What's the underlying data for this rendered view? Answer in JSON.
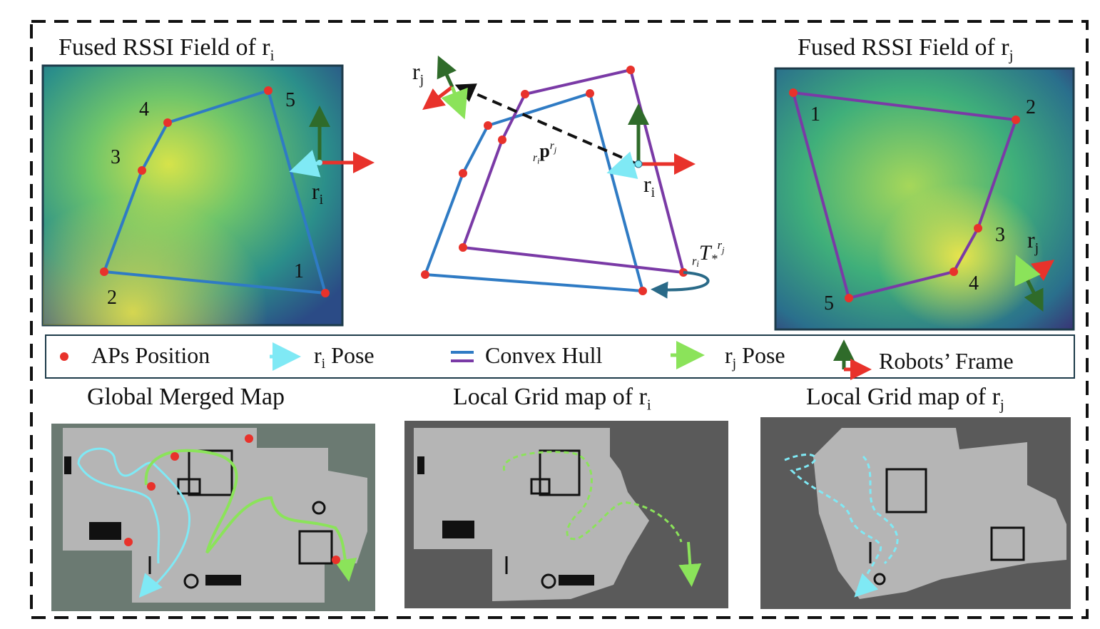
{
  "top": {
    "left_title": {
      "text": "Fused RSSI Field of r",
      "sub": "i"
    },
    "right_title": {
      "text": "Fused RSSI Field of r",
      "sub": "j"
    },
    "left_field": {
      "ap_labels": [
        "1",
        "2",
        "3",
        "4",
        "5"
      ],
      "robot_label": {
        "text": "r",
        "sub": "i"
      }
    },
    "center": {
      "robot_i": {
        "text": "r",
        "sub": "i"
      },
      "robot_j": {
        "text": "r",
        "sub": "j"
      },
      "vector_label": {
        "pre": "r",
        "pre_sub": "i",
        "main": "p",
        "sup": "r",
        "sup_sub": "j"
      },
      "transform_label": {
        "pre": "r",
        "pre_sub": "i",
        "main": "T",
        "sub": "*",
        "sup": "r",
        "sup_sub": "j"
      }
    },
    "right_field": {
      "ap_labels": [
        "1",
        "2",
        "3",
        "4",
        "5"
      ],
      "robot_label": {
        "text": "r",
        "sub": "j"
      }
    }
  },
  "legend": {
    "items": [
      {
        "icon": "red-dot-icon",
        "label": "APs Position"
      },
      {
        "icon": "cyan-arrow-icon",
        "label_main": "r",
        "label_sub": "i",
        "label_rest": " Pose"
      },
      {
        "icon": "double-line-icon",
        "label": "Convex Hull"
      },
      {
        "icon": "green-arrow-icon",
        "label_main": "r",
        "label_sub": "j",
        "label_rest": " Pose"
      },
      {
        "icon": "frame-axes-icon",
        "label": "Robots’ Frame"
      }
    ]
  },
  "bottom": {
    "titles": [
      {
        "text": "Global Merged Map",
        "sub": ""
      },
      {
        "text": "Local Grid map of r",
        "sub": "i"
      },
      {
        "text": "Local Grid map of r",
        "sub": "j"
      }
    ]
  },
  "colors": {
    "ap_red": "#e8322b",
    "hull_blue": "#2f7bc4",
    "hull_purple": "#7a3aa6",
    "pose_cyan": "#7fe9f5",
    "pose_green": "#8be35a",
    "axis_green": "#2f6b2a",
    "axis_red": "#e8322b",
    "map_gray": "#b5b5b5",
    "map_bg": "#5a5a5a",
    "map_bg_green": "#6b7a72"
  }
}
